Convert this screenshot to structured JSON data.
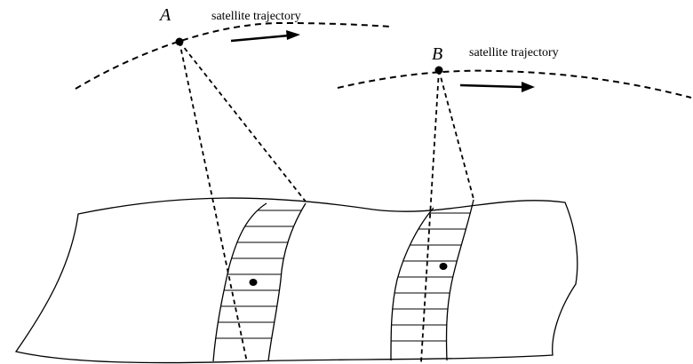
{
  "satellite_a": {
    "point_label": "A",
    "trajectory_label": "satellite  trajectory"
  },
  "satellite_b": {
    "point_label": "B",
    "trajectory_label": "satellite  trajectory"
  },
  "colors": {
    "line": "#000000",
    "background": "#ffffff"
  }
}
